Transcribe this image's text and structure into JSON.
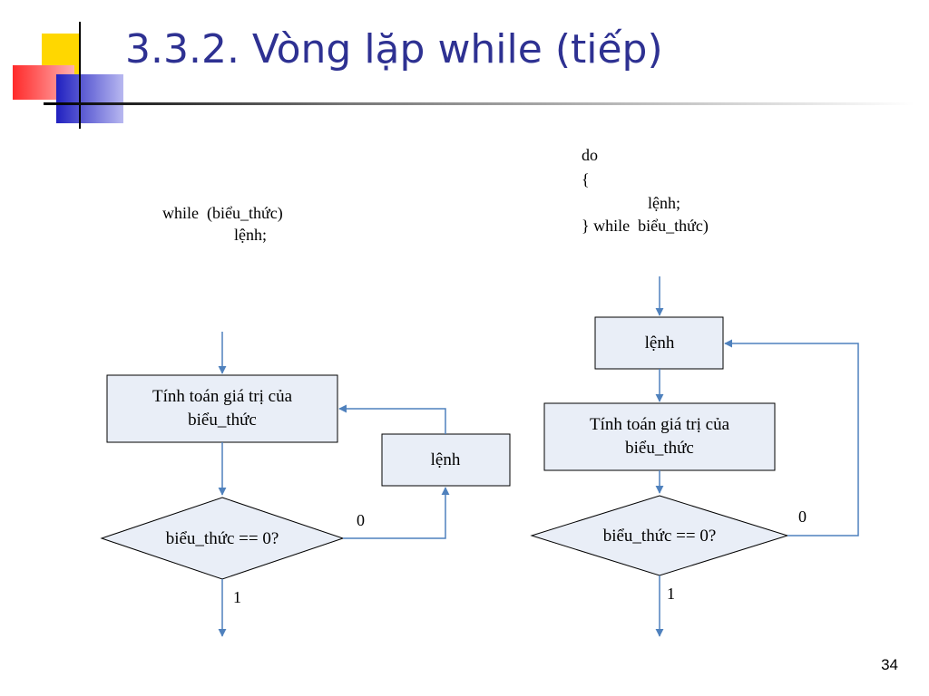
{
  "slide": {
    "title": "3.3.2. Vòng lặp while (tiếp)",
    "page_number": "34"
  },
  "colors": {
    "title": "#2E3192",
    "box_fill": "#E9EEF7",
    "line": "#4F81BD",
    "deco_yellow": "#FFD700",
    "deco_red": "#FF3B3B",
    "deco_blue": "#3333CC"
  },
  "while_loop": {
    "syntax": {
      "line1": "while  (biểu_thức)",
      "line2": "lệnh;"
    },
    "flowchart": {
      "compute_box": {
        "line1": "Tính toán giá trị của",
        "line2": "biểu_thức"
      },
      "statement_box": "lệnh",
      "condition": "biểu_thức == 0?",
      "false_label": "0",
      "true_label": "1"
    }
  },
  "do_while_loop": {
    "syntax": {
      "line1": "do",
      "line2": "{",
      "line3": "lệnh;",
      "line4": "} while  biểu_thức)"
    },
    "flowchart": {
      "statement_box": "lệnh",
      "compute_box": {
        "line1": "Tính toán giá trị của",
        "line2": "biểu_thức"
      },
      "condition": "biểu_thức == 0?",
      "false_label": "0",
      "true_label": "1"
    }
  }
}
